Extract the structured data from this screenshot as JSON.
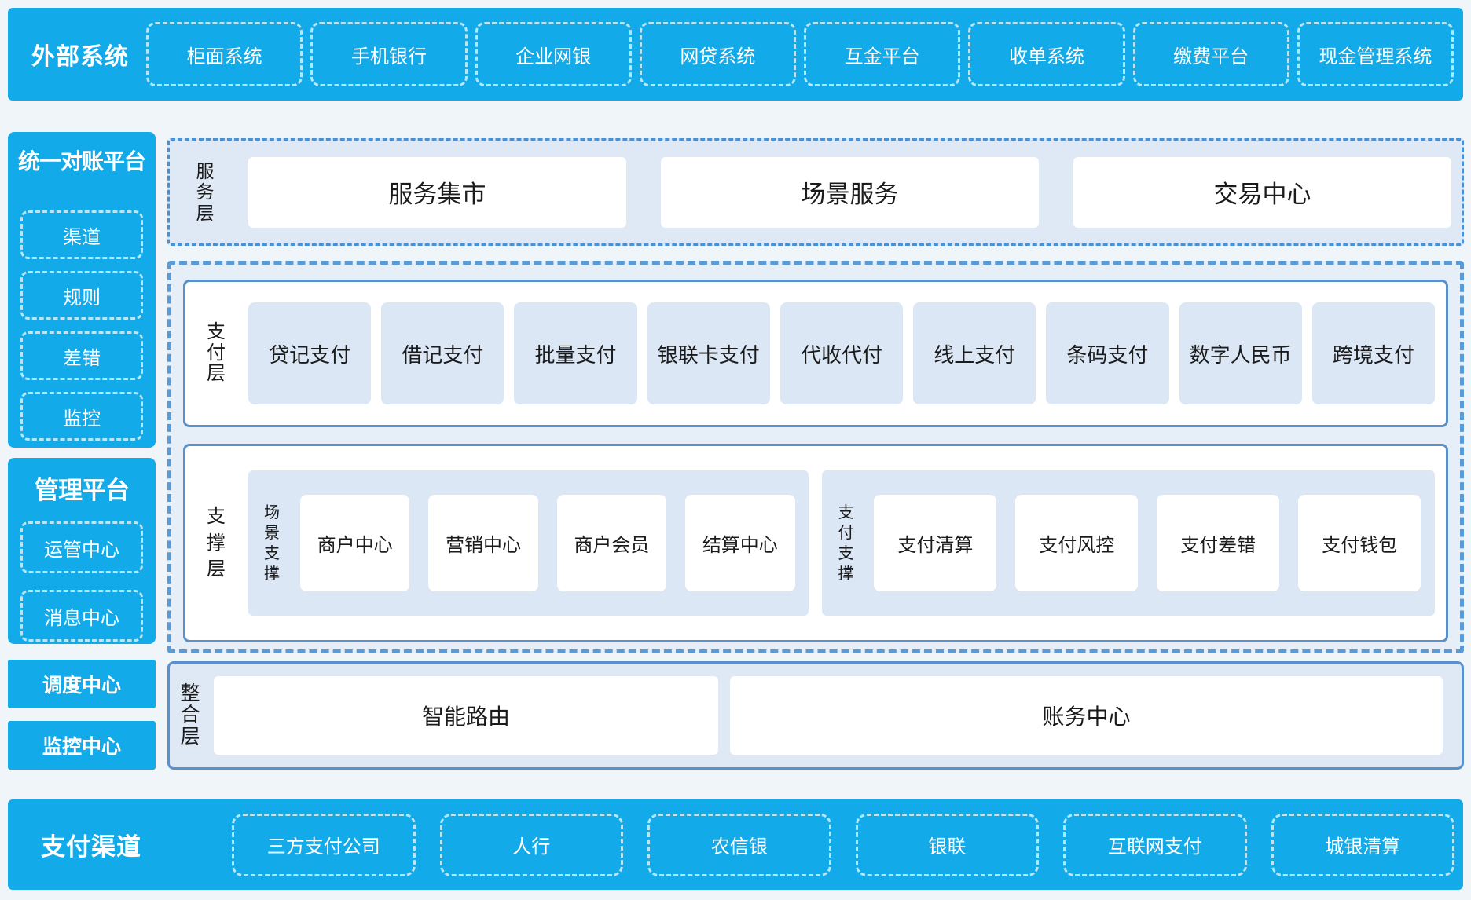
{
  "external_systems": {
    "label": "外部系统",
    "items": [
      "柜面系统",
      "手机银行",
      "企业网银",
      "网贷系统",
      "互金平台",
      "收单系统",
      "缴费平台",
      "现金管理系统"
    ]
  },
  "sidebar": {
    "reconciliation": {
      "title": "统一对账平台",
      "items": [
        "渠道",
        "规则",
        "差错",
        "监控"
      ]
    },
    "management": {
      "title": "管理平台",
      "items": [
        "运管中心",
        "消息中心"
      ]
    },
    "dispatch_center": "调度中心",
    "monitoring_center": "监控中心"
  },
  "service_layer": {
    "label": "服务层",
    "items": [
      "服务集市",
      "场景服务",
      "交易中心"
    ]
  },
  "payment_layer": {
    "label": "支付层",
    "items": [
      "贷记支付",
      "借记支付",
      "批量支付",
      "银联卡支付",
      "代收代付",
      "线上支付",
      "条码支付",
      "数字人民币",
      "跨境支付"
    ]
  },
  "support_layer": {
    "label": "支撑层",
    "groups": [
      {
        "label": "场景支撑",
        "items": [
          "商户中心",
          "营销中心",
          "商户会员",
          "结算中心"
        ]
      },
      {
        "label": "支付支撑",
        "items": [
          "支付清算",
          "支付风控",
          "支付差错",
          "支付钱包"
        ]
      }
    ]
  },
  "integration_layer": {
    "label": "整合层",
    "items": [
      "智能路由",
      "账务中心"
    ]
  },
  "payment_channels": {
    "label": "支付渠道",
    "items": [
      "三方支付公司",
      "人行",
      "农信银",
      "银联",
      "互联网支付",
      "城银清算"
    ]
  },
  "colors": {
    "brand_blue": "#12aae9",
    "panel_blue": "#dbe7f5",
    "section_blue": "#dfe9f6",
    "solid_border": "#5a91cd",
    "dashed_border": "#5b9bd5",
    "page_background": "#f0f5fa"
  }
}
